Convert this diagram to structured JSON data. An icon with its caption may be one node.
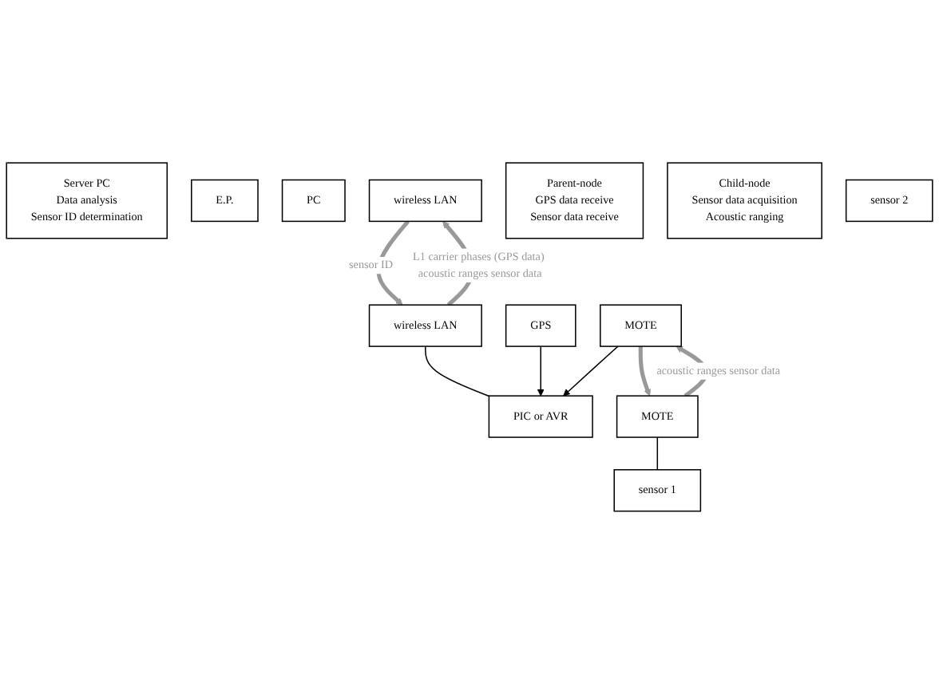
{
  "diagram": {
    "nodes": [
      {
        "text": [
          "Server PC",
          "Data analysis",
          "Sensor ID determination"
        ]
      },
      {
        "text": [
          "E.P."
        ]
      },
      {
        "text": [
          "PC"
        ]
      },
      {
        "text": [
          "wireless LAN"
        ]
      },
      {
        "text": [
          "Parent-node",
          "GPS data receive",
          "Sensor data receive"
        ]
      },
      {
        "text": [
          "wireless LAN"
        ]
      },
      {
        "text": [
          "PIC or AVR"
        ]
      },
      {
        "text": [
          "GPS"
        ]
      },
      {
        "text": [
          "MOTE"
        ]
      },
      {
        "text": [
          "Child-node",
          "Sensor data acquisition",
          "Acoustic ranging"
        ]
      },
      {
        "text": [
          "MOTE"
        ]
      },
      {
        "text": [
          "sensor 1"
        ]
      },
      {
        "text": [
          "sensor 2"
        ]
      }
    ],
    "edges": [
      {
        "from": 3,
        "to": 5,
        "arrow": "to",
        "label": "sensor ID",
        "style": "thick",
        "color": "#999999"
      },
      {
        "from": 5,
        "to": 3,
        "arrow": "to",
        "label": "L1 carrier phases (GPS data) acoustic ranges sensor data",
        "style": "thick",
        "color": "#999999"
      },
      {
        "from": 5,
        "to": 6,
        "arrow": "none",
        "color": "#000000"
      },
      {
        "from": 7,
        "to": 6,
        "arrow": "to",
        "color": "#000000"
      },
      {
        "from": 8,
        "to": 6,
        "arrow": "to",
        "color": "#000000"
      },
      {
        "from": 8,
        "to": 10,
        "arrow": "to",
        "style": "thick",
        "color": "#999999"
      },
      {
        "from": 10,
        "to": 8,
        "arrow": "to",
        "label": "acoustic ranges sensor data",
        "style": "thick",
        "color": "#999999"
      },
      {
        "from": 10,
        "to": 11,
        "arrow": "none",
        "color": "#000000"
      }
    ]
  }
}
